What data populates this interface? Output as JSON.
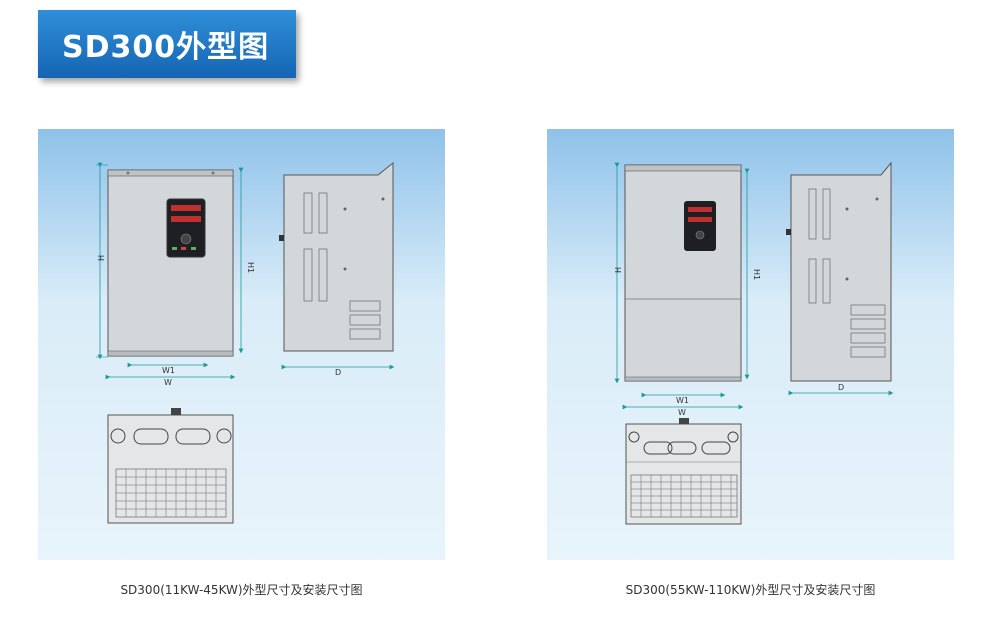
{
  "header": {
    "title": "SD300外型图"
  },
  "diagrams": [
    {
      "caption": "SD300(11KW-45KW)外型尺寸及安装尺寸图",
      "labels": {
        "h": "H",
        "h1": "H1",
        "w1": "W1",
        "w": "W",
        "d": "D"
      }
    },
    {
      "caption": "SD300(55KW-110KW)外型尺寸及安装尺寸图",
      "labels": {
        "h": "H",
        "h1": "H1",
        "w1": "W1",
        "w": "W",
        "d": "D"
      }
    }
  ],
  "colors": {
    "banner": "#1f78c8",
    "dimension_line": "#1a9a9a",
    "panel_top": "#8fc2ea",
    "panel_bottom": "#e9f4fb",
    "body": "#cfd3d6"
  }
}
